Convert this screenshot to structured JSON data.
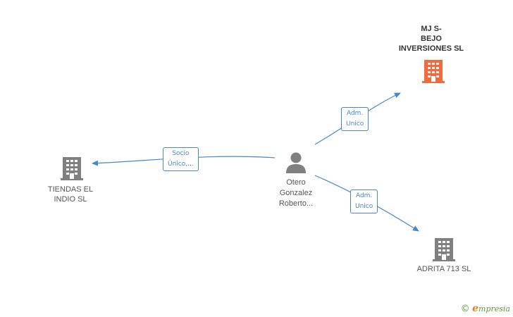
{
  "colors": {
    "edge": "#4a86c8",
    "main_company": "#f26a3d",
    "company": "#808080",
    "person": "#808080"
  },
  "nodes": {
    "main_company": {
      "line1": "MJ S-",
      "line2": "BEJO",
      "line3": "INVERSIONES SL",
      "icon": "building-icon"
    },
    "tiendas": {
      "line1": "TIENDAS EL",
      "line2": "INDIO SL",
      "icon": "building-icon"
    },
    "person": {
      "line1": "Otero",
      "line2": "Gonzalez",
      "line3": "Roberto...",
      "icon": "person-icon"
    },
    "adrita": {
      "line1": "ADRITA 713  SL",
      "icon": "building-icon"
    }
  },
  "edges": {
    "to_tiendas": {
      "line1": "Socio",
      "line2": "Único,..."
    },
    "to_main": {
      "line1": "Adm.",
      "line2": "Unico"
    },
    "to_adrita": {
      "line1": "Adm.",
      "line2": "Unico"
    }
  },
  "footer": {
    "copyright": "©",
    "brand_first": "e",
    "brand_rest": "mpresia"
  }
}
